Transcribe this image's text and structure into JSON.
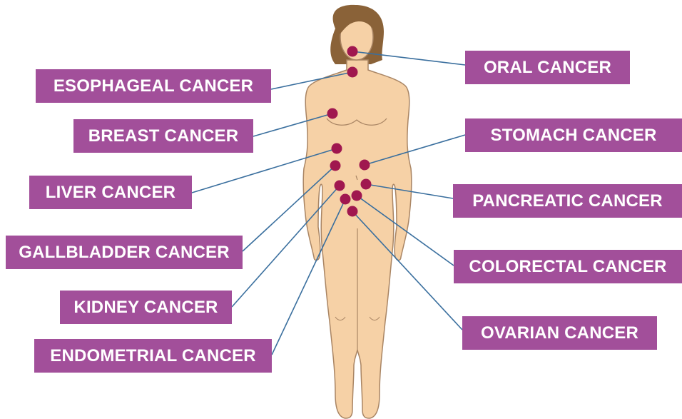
{
  "labels": {
    "oral": "ORAL CANCER",
    "esophageal": "ESOPHAGEAL CANCER",
    "breast": "BREAST CANCER",
    "stomach": "STOMACH CANCER",
    "liver": "LIVER CANCER",
    "pancreatic": "PANCREATIC CANCER",
    "gallbladder": "GALLBLADDER CANCER",
    "colorectal": "COLORECTAL CANCER",
    "kidney": "KIDNEY CANCER",
    "ovarian": "OVARIAN CANCER",
    "endometrial": "ENDOMETRIAL CANCER"
  },
  "colors": {
    "label_bg": "#a24f9a",
    "label_text": "#ffffff",
    "marker": "#a0174f",
    "leader_line": "#3a6f9e",
    "skin": "#f6d1a6",
    "skin_outline": "#a98564",
    "hair": "#8a6238"
  }
}
